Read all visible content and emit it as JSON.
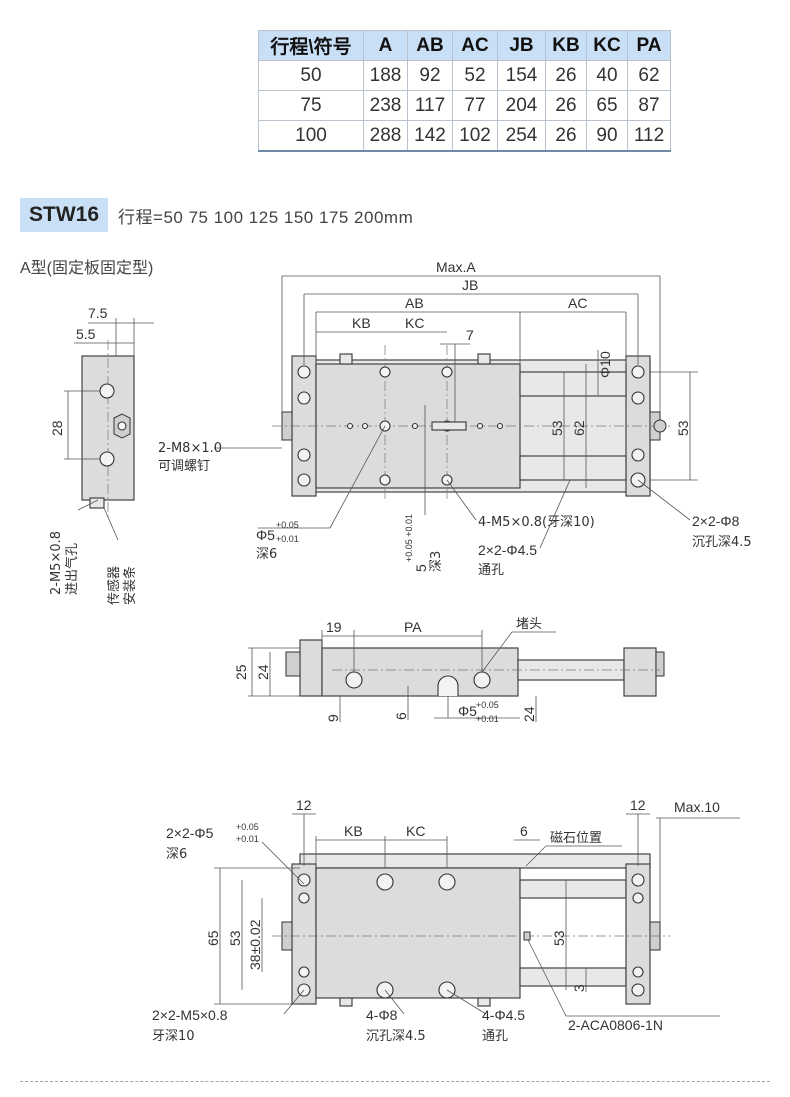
{
  "table": {
    "headers": [
      "行程\\符号",
      "A",
      "AB",
      "AC",
      "JB",
      "KB",
      "KC",
      "PA"
    ],
    "rows": [
      [
        "50",
        "188",
        "92",
        "52",
        "154",
        "26",
        "40",
        "62"
      ],
      [
        "75",
        "238",
        "117",
        "77",
        "204",
        "26",
        "65",
        "87"
      ],
      [
        "100",
        "288",
        "142",
        "102",
        "254",
        "26",
        "90",
        "112"
      ]
    ]
  },
  "model": "STW16",
  "stroke_text": "行程=50  75  100  125  150  175  200mm",
  "type_label": "A型(固定板固定型)",
  "side_view": {
    "dim_7_5": "7.5",
    "dim_5_5": "5.5",
    "dim_28": "28",
    "port_label": "2-M5×0.8",
    "port_label2": "进出气孔",
    "sensor_label": "传感器",
    "sensor_label2": "安装条"
  },
  "top_view": {
    "max_a": "Max.A",
    "jb": "JB",
    "ab": "AB",
    "ac": "AC",
    "kb": "KB",
    "kc": "KC",
    "dim_7": "7",
    "phi10": "Φ10",
    "dim_53a": "53",
    "dim_62": "62",
    "dim_53b": "53",
    "m8_label": "2-M8×1.0",
    "m8_label2": "可调螺钉",
    "phi5_main": "Φ5",
    "phi5_tol_top": "+0.05",
    "phi5_tol_bot": "+0.01",
    "phi5_depth": "深6",
    "dim5_main": "5",
    "dim5_tol": "+0.05 +0.01",
    "dim5_depth": "深3",
    "m5_label": "4-M5×0.8(牙深10)",
    "phi45_label": "2×2-Φ4.5",
    "phi45_label2": "通孔",
    "phi8_label": "2×2-Φ8",
    "phi8_label2": "沉孔深4.5"
  },
  "front_view": {
    "dim_19": "19",
    "pa": "PA",
    "plug": "堵头",
    "dim_25": "25",
    "dim_24a": "24",
    "dim_9": "9",
    "dim_6": "6",
    "phi5_main": "Φ5",
    "phi5_tol_top": "+0.05",
    "phi5_tol_bot": "+0.01",
    "dim_24b": "24"
  },
  "bottom_view": {
    "dim_12a": "12",
    "dim_12b": "12",
    "max10": "Max.10",
    "phi5_label": "2×2-Φ5",
    "phi5_tol_top": "+0.05",
    "phi5_tol_bot": "+0.01",
    "phi5_depth": "深6",
    "kb": "KB",
    "kc": "KC",
    "dim_6": "6",
    "magnet": "磁石位置",
    "dim_65": "65",
    "dim_53a": "53",
    "dim_38": "38±0.02",
    "dim_53b": "53",
    "dim_3": "3",
    "m5_label": "2×2-M5×0.8",
    "m5_label2": "牙深10",
    "phi8_label": "4-Φ8",
    "phi8_label2": "沉孔深4.5",
    "phi45_label": "4-Φ4.5",
    "phi45_label2": "通孔",
    "sensor_model": "2-ACA0806-1N"
  }
}
